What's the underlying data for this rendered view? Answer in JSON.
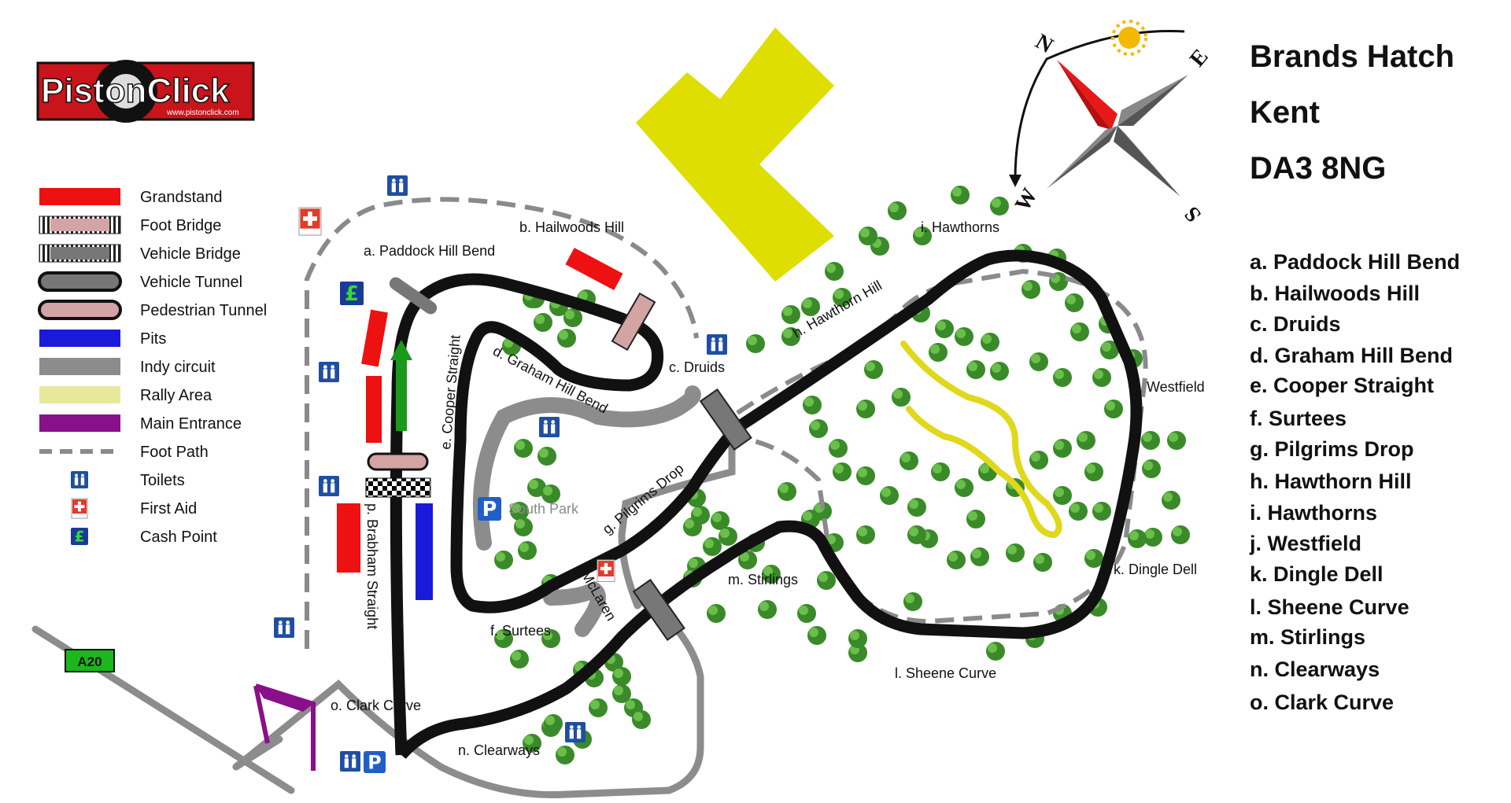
{
  "logo": {
    "text": "PistonClick",
    "url": "www.pistonclick.com"
  },
  "title_lines": [
    "Brands Hatch",
    "Kent",
    "DA3 8NG"
  ],
  "compass": {
    "n": "N",
    "e": "E",
    "s": "S",
    "w": "W"
  },
  "legend": [
    {
      "label": "Grandstand",
      "icon": "grandstand-swatch"
    },
    {
      "label": "Foot Bridge",
      "icon": "foot-bridge-swatch"
    },
    {
      "label": "Vehicle Bridge",
      "icon": "vehicle-bridge-swatch"
    },
    {
      "label": "Vehicle Tunnel",
      "icon": "vehicle-tunnel-swatch"
    },
    {
      "label": "Pedestrian Tunnel",
      "icon": "pedestrian-tunnel-swatch"
    },
    {
      "label": "Pits",
      "icon": "pits-swatch"
    },
    {
      "label": "Indy circuit",
      "icon": "indy-circuit-swatch"
    },
    {
      "label": "Rally Area",
      "icon": "rally-area-swatch"
    },
    {
      "label": "Main Entrance",
      "icon": "main-entrance-swatch"
    },
    {
      "label": "Foot Path",
      "icon": "foot-path-swatch"
    },
    {
      "label": "Toilets",
      "icon": "toilets-icon"
    },
    {
      "label": "First Aid",
      "icon": "first-aid-icon"
    },
    {
      "label": "Cash Point",
      "icon": "cash-point-icon"
    }
  ],
  "corners": [
    "a. Paddock Hill Bend",
    "b. Hailwoods Hill",
    "c. Druids",
    "d. Graham Hill Bend",
    "e. Cooper Straight",
    "f. Surtees",
    "g. Pilgrims Drop",
    "h. Hawthorn Hill",
    "i. Hawthorns",
    "j. Westfield",
    "k. Dingle Dell",
    "l. Sheene Curve",
    "m. Stirlings",
    "n. Clearways",
    "o. Clark Curve"
  ],
  "map_labels": {
    "paddock_hill_bend": "a. Paddock Hill Bend",
    "hailwoods_hill": "b. Hailwoods Hill",
    "druids": "c. Druids",
    "graham_hill_bend": "d. Graham Hill Bend",
    "cooper_straight": "e. Cooper Straight",
    "surtees": "f. Surtees",
    "pilgrims_drop": "g. Pilgrims Drop",
    "hawthorn_hill": "h. Hawthorn Hill",
    "hawthorns": "i. Hawthorns",
    "westfield": "j. Westfield",
    "dingle_dell": "k. Dingle Dell",
    "sheene_curve": "l. Sheene Curve",
    "stirlings": "m. Stirlings",
    "clearways": "n. Clearways",
    "clark_curve": "o. Clark Curve",
    "brabham_straight": "p. Brabham Straight",
    "mclaren": "McLaren",
    "south_park": "South Park",
    "road_a20": "A20"
  },
  "colors": {
    "grandstand": "#ee1111",
    "foot_bridge": "#d4a3a3",
    "vehicle_bridge": "#777777",
    "pits": "#1a1adb",
    "indy_circuit": "#8c8c8c",
    "rally_area": "#e8e89a",
    "rally_building": "#dede00",
    "main_entrance": "#8a0f8a",
    "track": "#111111",
    "trees": "#3a8a2a",
    "toilets": "#1f4fa3",
    "first_aid": "#e03b2b",
    "cash_point": "#1a3a9a",
    "a20_sign": "#1bb71b",
    "parking": "#1f5fc8",
    "pit_arrow": "#1a9a1a"
  }
}
